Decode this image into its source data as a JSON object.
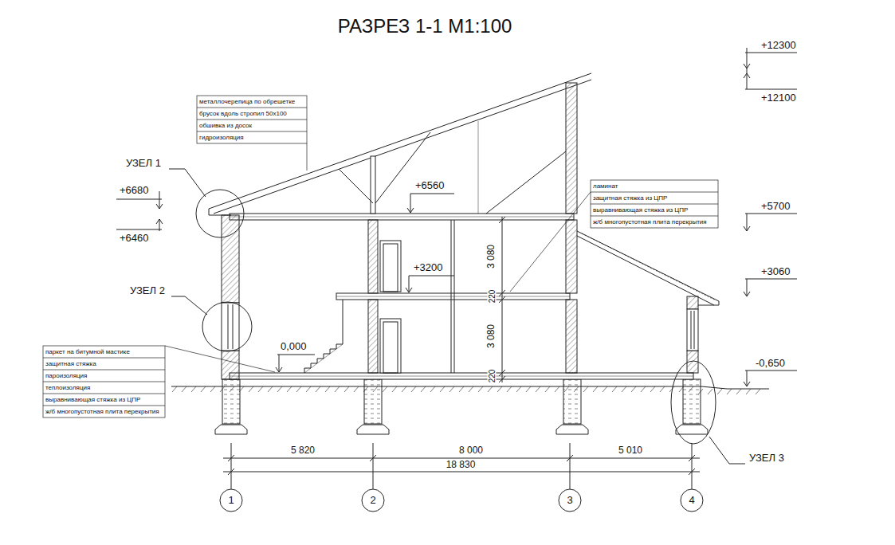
{
  "diagram": {
    "title": "РАЗРЕЗ 1-1 М1:100",
    "labels": [
      "+12300",
      "+12100",
      "металлочерепица по обрешетке",
      "брусок вдоль стропил 50х100",
      "обшивка из досок",
      "гидроизоляция",
      "УЗЕЛ 1",
      "+6680",
      "+6460",
      "+6560",
      "ламинат",
      "защитная стяжка из ЦПР",
      "выравнивающая стяжка из ЦПР",
      "ж/б многопустотная плита перекрытия",
      "+5700",
      "УЗЕЛ 2",
      "+3200",
      "3 080",
      "220",
      "+3060",
      "3 080",
      "220",
      "0,000",
      "паркет на битумной мастике",
      "защитная стяжка",
      "пароизоляция",
      "теплоизоляция",
      "выравнивающая стяжка из ЦПР",
      "ж/б многопустотная плита перекрытия",
      "-0,650",
      "5 820",
      "8 000",
      "5 010",
      "18 830",
      "УЗЕЛ 3",
      "1",
      "2",
      "3",
      "4"
    ]
  }
}
